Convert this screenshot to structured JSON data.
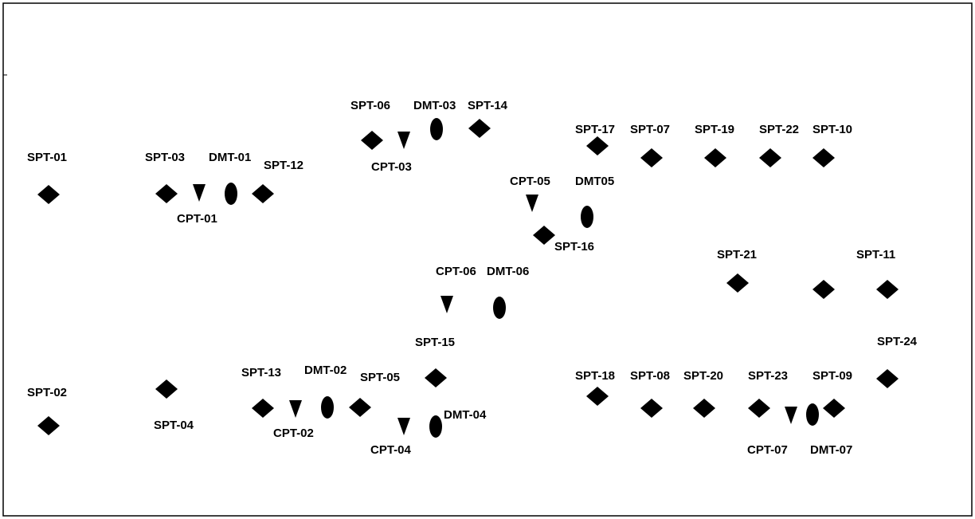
{
  "colors": {
    "background": "#ffffff",
    "symbol": "#000000",
    "text": "#000000"
  },
  "symbol_types": {
    "SPT": "diamond-marker",
    "CPT": "downward-triangle-marker",
    "DMT": "ellipse-marker"
  },
  "labels": [
    {
      "id": "spt-01",
      "text": "SPT-01"
    },
    {
      "id": "spt-02",
      "text": "SPT-02"
    },
    {
      "id": "spt-03",
      "text": "SPT-03"
    },
    {
      "id": "spt-04",
      "text": "SPT-04"
    },
    {
      "id": "spt-05",
      "text": "SPT-05"
    },
    {
      "id": "spt-06",
      "text": "SPT-06"
    },
    {
      "id": "spt-07",
      "text": "SPT-07"
    },
    {
      "id": "spt-08",
      "text": "SPT-08"
    },
    {
      "id": "spt-09",
      "text": "SPT-09"
    },
    {
      "id": "spt-10",
      "text": "SPT-10"
    },
    {
      "id": "spt-11",
      "text": "SPT-11"
    },
    {
      "id": "spt-12",
      "text": "SPT-12"
    },
    {
      "id": "spt-13",
      "text": "SPT-13"
    },
    {
      "id": "spt-14",
      "text": "SPT-14"
    },
    {
      "id": "spt-15",
      "text": "SPT-15"
    },
    {
      "id": "spt-16",
      "text": "SPT-16"
    },
    {
      "id": "spt-17",
      "text": "SPT-17"
    },
    {
      "id": "spt-18",
      "text": "SPT-18"
    },
    {
      "id": "spt-19",
      "text": "SPT-19"
    },
    {
      "id": "spt-20",
      "text": "SPT-20"
    },
    {
      "id": "spt-21",
      "text": "SPT-21"
    },
    {
      "id": "spt-22",
      "text": "SPT-22"
    },
    {
      "id": "spt-23",
      "text": "SPT-23"
    },
    {
      "id": "spt-24",
      "text": "SPT-24"
    },
    {
      "id": "cpt-01",
      "text": "CPT-01"
    },
    {
      "id": "cpt-02",
      "text": "CPT-02"
    },
    {
      "id": "cpt-03",
      "text": "CPT-03"
    },
    {
      "id": "cpt-04",
      "text": "CPT-04"
    },
    {
      "id": "cpt-05",
      "text": "CPT-05"
    },
    {
      "id": "cpt-06",
      "text": "CPT-06"
    },
    {
      "id": "cpt-07",
      "text": "CPT-07"
    },
    {
      "id": "dmt-01",
      "text": "DMT-01"
    },
    {
      "id": "dmt-02",
      "text": "DMT-02"
    },
    {
      "id": "dmt-03",
      "text": "DMT-03"
    },
    {
      "id": "dmt-04",
      "text": "DMT-04"
    },
    {
      "id": "dmt05",
      "text": "DMT05"
    },
    {
      "id": "dmt-06",
      "text": "DMT-06"
    },
    {
      "id": "dmt-07",
      "text": "DMT-07"
    }
  ],
  "markers": [
    {
      "id": "spt-01",
      "type": "SPT"
    },
    {
      "id": "spt-02",
      "type": "SPT"
    },
    {
      "id": "spt-03",
      "type": "SPT"
    },
    {
      "id": "spt-04",
      "type": "SPT"
    },
    {
      "id": "spt-05",
      "type": "SPT"
    },
    {
      "id": "spt-06",
      "type": "SPT"
    },
    {
      "id": "spt-07",
      "type": "SPT"
    },
    {
      "id": "spt-08",
      "type": "SPT"
    },
    {
      "id": "spt-09",
      "type": "SPT"
    },
    {
      "id": "spt-10",
      "type": "SPT"
    },
    {
      "id": "spt-11",
      "type": "SPT"
    },
    {
      "id": "spt-11-adjacent",
      "type": "SPT"
    },
    {
      "id": "spt-12",
      "type": "SPT"
    },
    {
      "id": "spt-13",
      "type": "SPT"
    },
    {
      "id": "spt-14",
      "type": "SPT"
    },
    {
      "id": "spt-15",
      "type": "SPT"
    },
    {
      "id": "spt-16",
      "type": "SPT"
    },
    {
      "id": "spt-17",
      "type": "SPT"
    },
    {
      "id": "spt-18",
      "type": "SPT"
    },
    {
      "id": "spt-19",
      "type": "SPT"
    },
    {
      "id": "spt-20",
      "type": "SPT"
    },
    {
      "id": "spt-21",
      "type": "SPT"
    },
    {
      "id": "spt-22",
      "type": "SPT"
    },
    {
      "id": "spt-23",
      "type": "SPT"
    },
    {
      "id": "spt-24",
      "type": "SPT"
    },
    {
      "id": "cpt-01",
      "type": "CPT"
    },
    {
      "id": "cpt-02",
      "type": "CPT"
    },
    {
      "id": "cpt-03",
      "type": "CPT"
    },
    {
      "id": "cpt-04",
      "type": "CPT"
    },
    {
      "id": "cpt-05",
      "type": "CPT"
    },
    {
      "id": "cpt-06",
      "type": "CPT"
    },
    {
      "id": "cpt-07",
      "type": "CPT"
    },
    {
      "id": "dmt-01",
      "type": "DMT"
    },
    {
      "id": "dmt-02",
      "type": "DMT"
    },
    {
      "id": "dmt-03",
      "type": "DMT"
    },
    {
      "id": "dmt-04",
      "type": "DMT"
    },
    {
      "id": "dmt05",
      "type": "DMT"
    },
    {
      "id": "dmt-06",
      "type": "DMT"
    },
    {
      "id": "dmt-07",
      "type": "DMT"
    }
  ]
}
